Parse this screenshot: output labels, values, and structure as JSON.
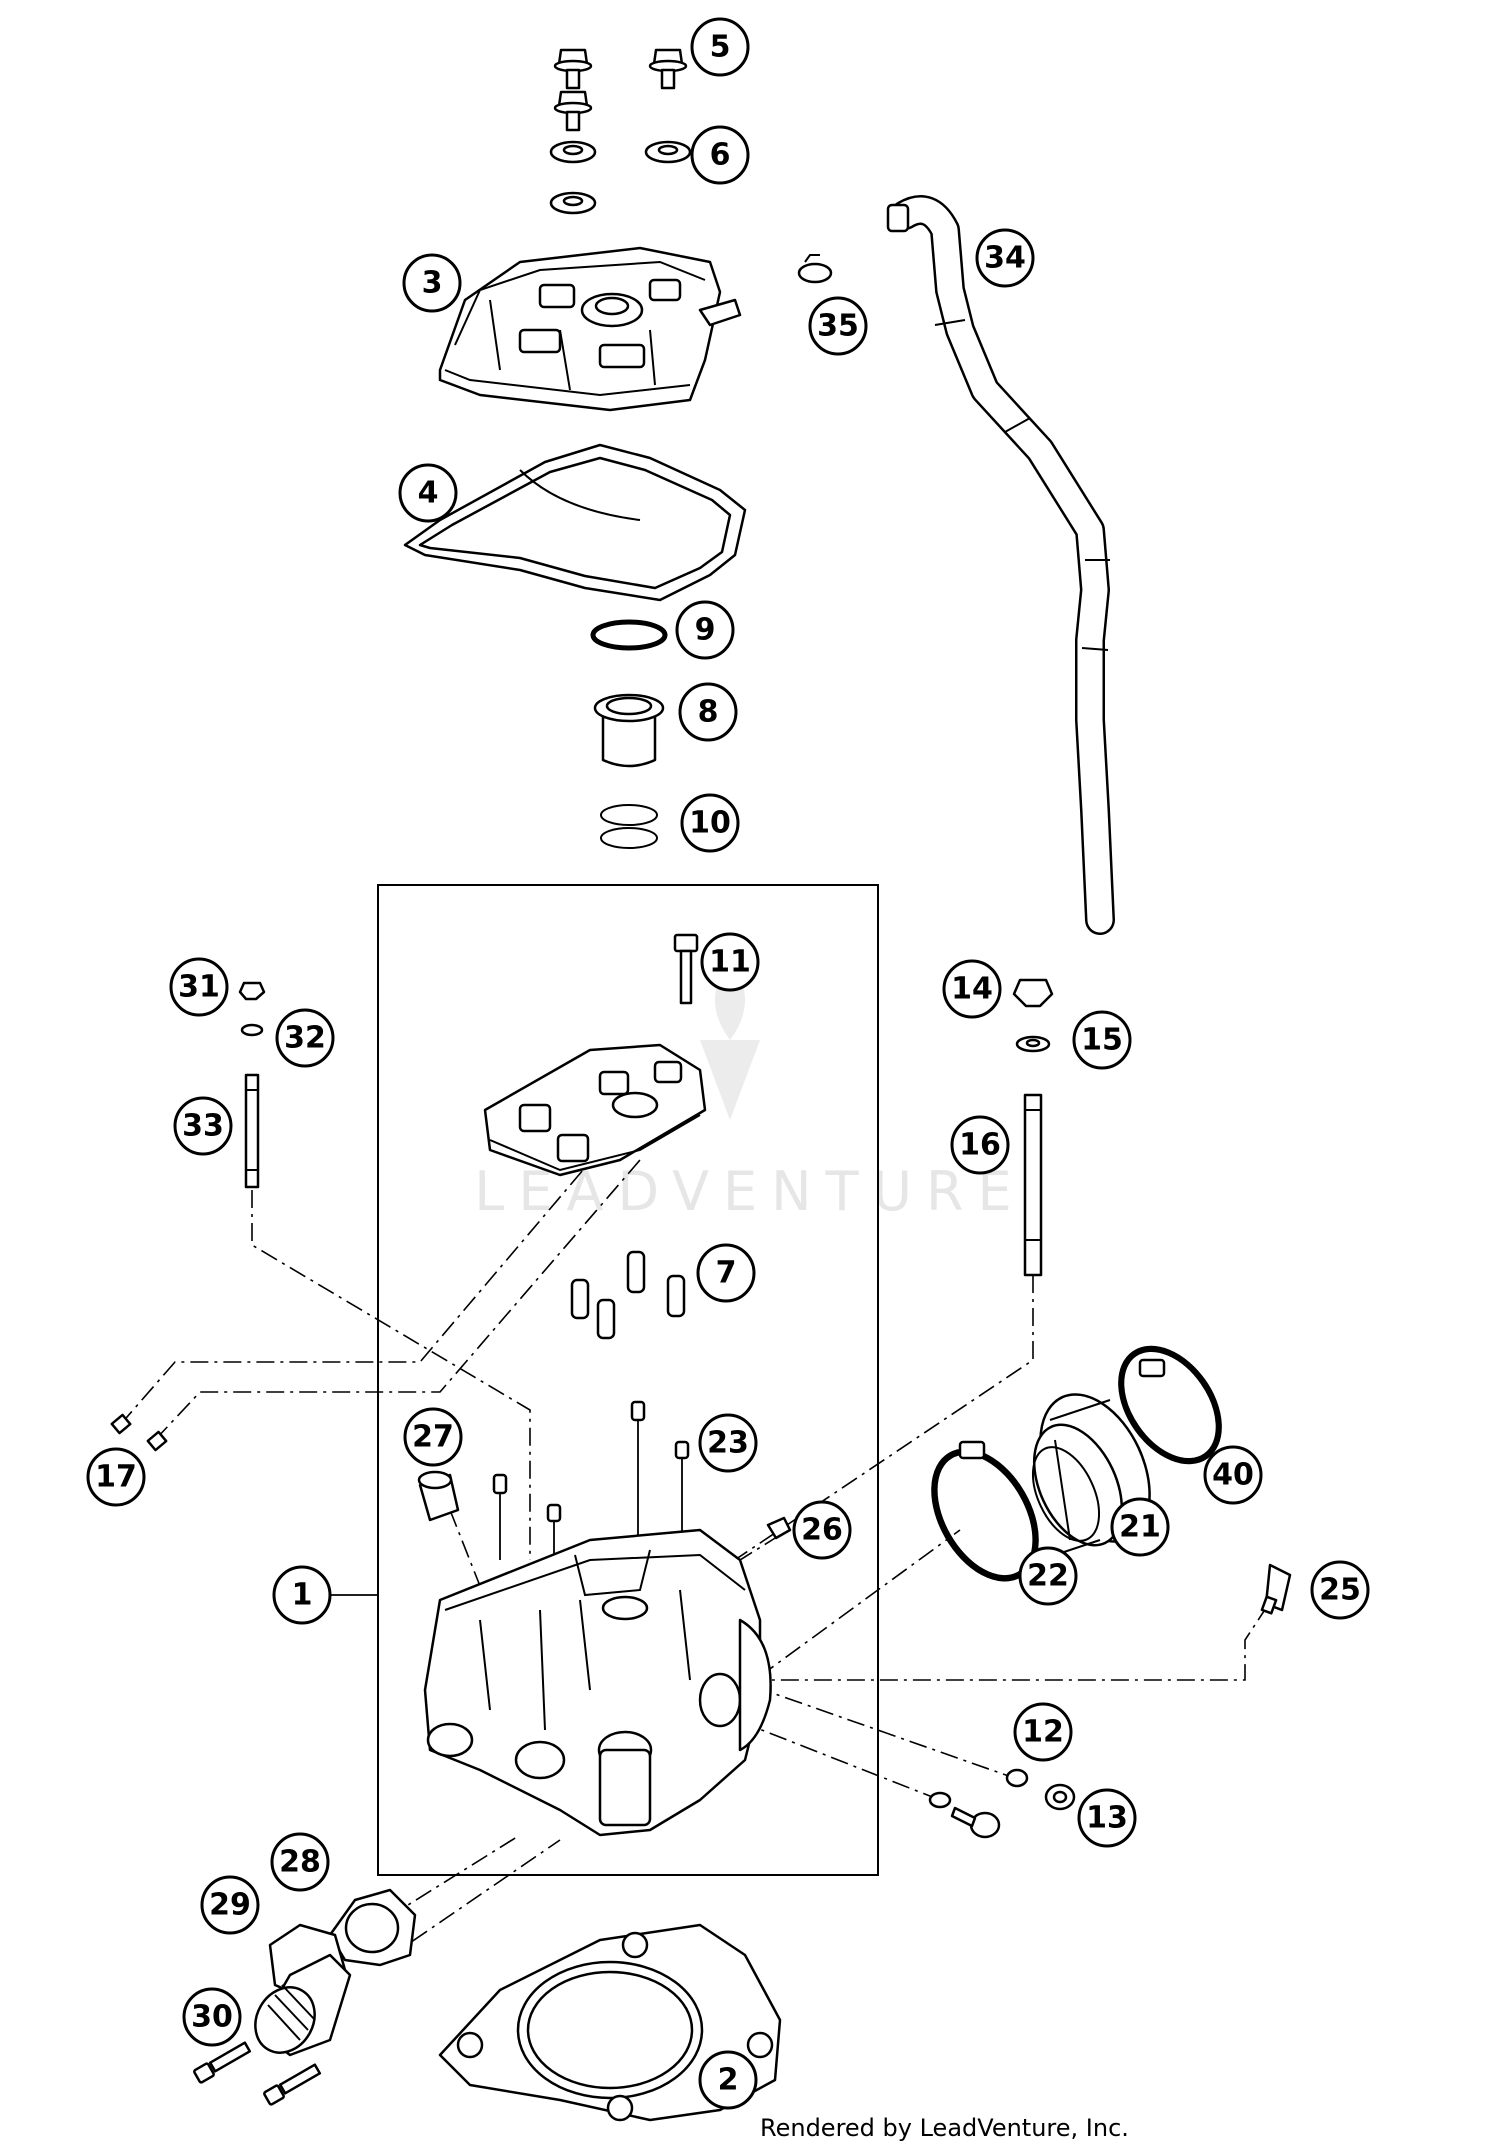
{
  "callouts": [
    {
      "label": "1"
    },
    {
      "label": "2"
    },
    {
      "label": "3"
    },
    {
      "label": "4"
    },
    {
      "label": "5"
    },
    {
      "label": "6"
    },
    {
      "label": "7"
    },
    {
      "label": "8"
    },
    {
      "label": "9"
    },
    {
      "label": "10"
    },
    {
      "label": "11"
    },
    {
      "label": "12"
    },
    {
      "label": "13"
    },
    {
      "label": "14"
    },
    {
      "label": "15"
    },
    {
      "label": "16"
    },
    {
      "label": "17"
    },
    {
      "label": "21"
    },
    {
      "label": "22"
    },
    {
      "label": "23"
    },
    {
      "label": "25"
    },
    {
      "label": "26"
    },
    {
      "label": "27"
    },
    {
      "label": "28"
    },
    {
      "label": "29"
    },
    {
      "label": "30"
    },
    {
      "label": "31"
    },
    {
      "label": "32"
    },
    {
      "label": "33"
    },
    {
      "label": "34"
    },
    {
      "label": "35"
    },
    {
      "label": "40"
    }
  ],
  "watermark": {
    "text": "LEADVENTURE"
  },
  "footer": {
    "text": "Rendered by LeadVenture, Inc."
  }
}
